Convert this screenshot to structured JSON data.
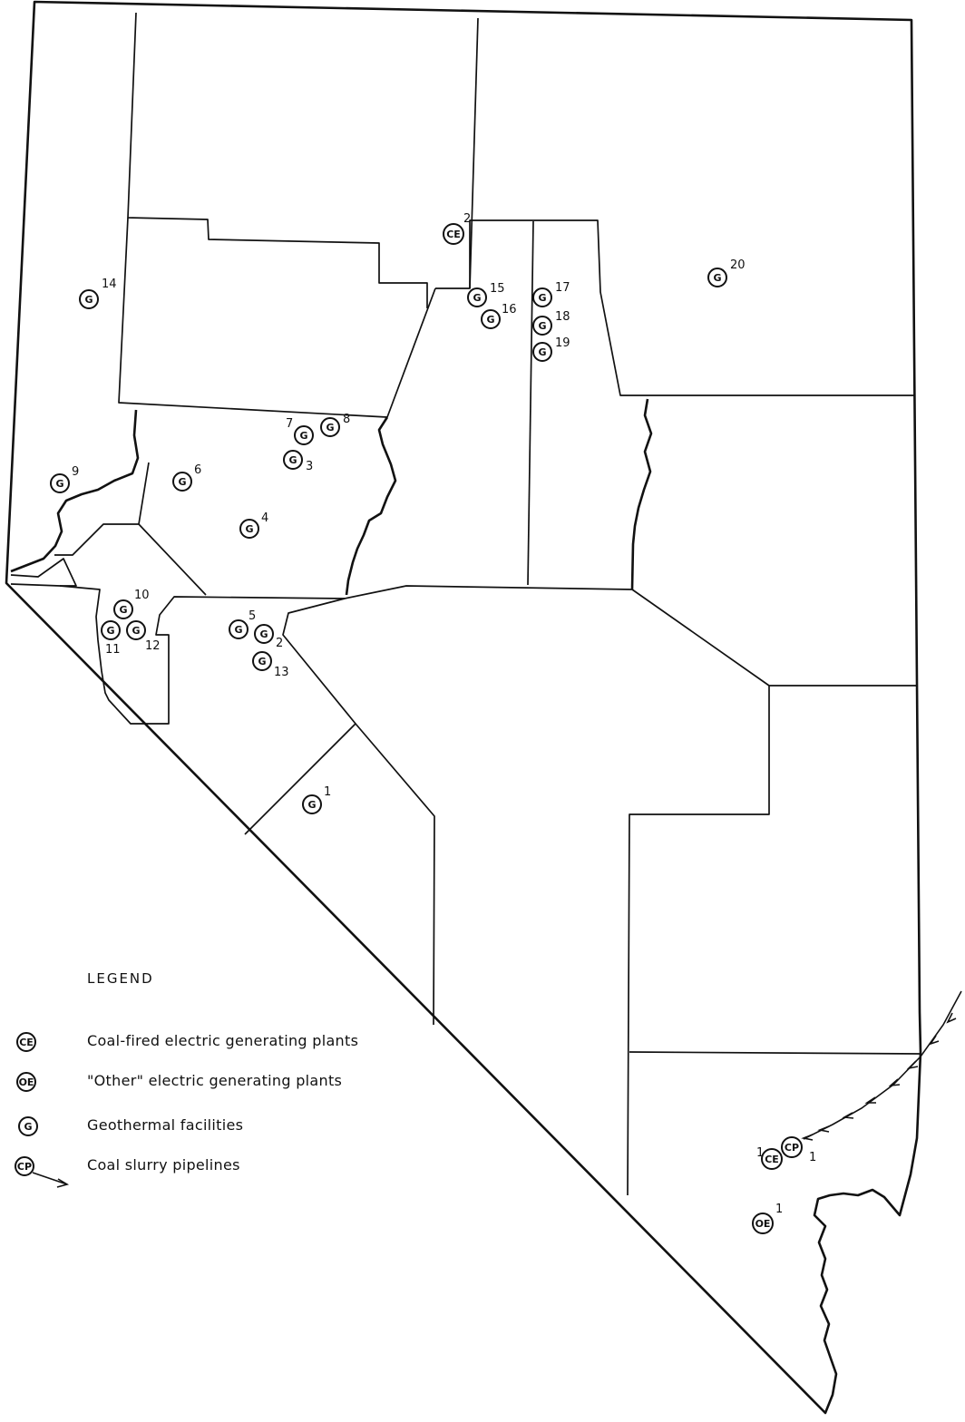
{
  "legend": {
    "title": "LEGEND",
    "items": [
      {
        "symbol": "CE",
        "label": "Coal-fired electric generating plants"
      },
      {
        "symbol": "OE",
        "label": "\"Other\" electric generating plants"
      },
      {
        "symbol": "G",
        "label": "Geothermal facilities"
      },
      {
        "symbol": "CP",
        "label": "Coal slurry pipelines"
      }
    ]
  },
  "facilities": [
    {
      "type": "CE",
      "number": "2"
    },
    {
      "type": "CE",
      "number": "1"
    },
    {
      "type": "OE",
      "number": "1"
    },
    {
      "type": "CP",
      "number": "1"
    },
    {
      "type": "G",
      "number": "1"
    },
    {
      "type": "G",
      "number": "2"
    },
    {
      "type": "G",
      "number": "3"
    },
    {
      "type": "G",
      "number": "4"
    },
    {
      "type": "G",
      "number": "5"
    },
    {
      "type": "G",
      "number": "6"
    },
    {
      "type": "G",
      "number": "7"
    },
    {
      "type": "G",
      "number": "8"
    },
    {
      "type": "G",
      "number": "9"
    },
    {
      "type": "G",
      "number": "10"
    },
    {
      "type": "G",
      "number": "11"
    },
    {
      "type": "G",
      "number": "12"
    },
    {
      "type": "G",
      "number": "13"
    },
    {
      "type": "G",
      "number": "14"
    },
    {
      "type": "G",
      "number": "15"
    },
    {
      "type": "G",
      "number": "16"
    },
    {
      "type": "G",
      "number": "17"
    },
    {
      "type": "G",
      "number": "18"
    },
    {
      "type": "G",
      "number": "19"
    },
    {
      "type": "G",
      "number": "20"
    }
  ]
}
